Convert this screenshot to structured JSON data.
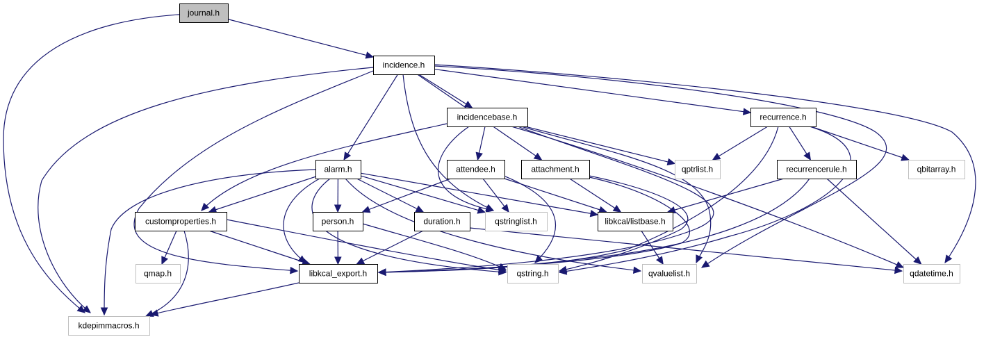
{
  "diagram": {
    "type": "include-dependency-graph",
    "colors": {
      "edge": "#191970",
      "root_fill": "#bfbfbf",
      "internal_border": "#000000",
      "external_border": "#bfbfbf"
    },
    "nodes": [
      {
        "id": "journal",
        "label": "journal.h",
        "kind": "root"
      },
      {
        "id": "incidence",
        "label": "incidence.h",
        "kind": "internal"
      },
      {
        "id": "incidencebase",
        "label": "incidencebase.h",
        "kind": "internal"
      },
      {
        "id": "recurrence",
        "label": "recurrence.h",
        "kind": "internal"
      },
      {
        "id": "alarm",
        "label": "alarm.h",
        "kind": "internal"
      },
      {
        "id": "attendee",
        "label": "attendee.h",
        "kind": "internal"
      },
      {
        "id": "attachment",
        "label": "attachment.h",
        "kind": "internal"
      },
      {
        "id": "qptrlist",
        "label": "qptrlist.h",
        "kind": "external"
      },
      {
        "id": "recurrencerule",
        "label": "recurrencerule.h",
        "kind": "internal"
      },
      {
        "id": "qbitarray",
        "label": "qbitarray.h",
        "kind": "external"
      },
      {
        "id": "customproperties",
        "label": "customproperties.h",
        "kind": "internal"
      },
      {
        "id": "person",
        "label": "person.h",
        "kind": "internal"
      },
      {
        "id": "duration",
        "label": "duration.h",
        "kind": "internal"
      },
      {
        "id": "qstringlist",
        "label": "qstringlist.h",
        "kind": "external"
      },
      {
        "id": "listbase",
        "label": "libkcal/listbase.h",
        "kind": "internal"
      },
      {
        "id": "qmap",
        "label": "qmap.h",
        "kind": "external"
      },
      {
        "id": "libkcal_export",
        "label": "libkcal_export.h",
        "kind": "internal"
      },
      {
        "id": "qstring",
        "label": "qstring.h",
        "kind": "external"
      },
      {
        "id": "qvaluelist",
        "label": "qvaluelist.h",
        "kind": "external"
      },
      {
        "id": "qdatetime",
        "label": "qdatetime.h",
        "kind": "external"
      },
      {
        "id": "kdepimmacros",
        "label": "kdepimmacros.h",
        "kind": "external"
      }
    ],
    "edges": [
      [
        "journal",
        "incidence"
      ],
      [
        "journal",
        "kdepimmacros"
      ],
      [
        "incidence",
        "kdepimmacros"
      ],
      [
        "incidence",
        "libkcal_export"
      ],
      [
        "incidence",
        "alarm"
      ],
      [
        "incidence",
        "incidencebase"
      ],
      [
        "incidence",
        "qstringlist"
      ],
      [
        "incidence",
        "attachment"
      ],
      [
        "incidence",
        "recurrence"
      ],
      [
        "incidence",
        "qvaluelist"
      ],
      [
        "incidence",
        "qdatetime"
      ],
      [
        "incidencebase",
        "customproperties"
      ],
      [
        "incidencebase",
        "attendee"
      ],
      [
        "incidencebase",
        "qstringlist"
      ],
      [
        "incidencebase",
        "qptrlist"
      ],
      [
        "incidencebase",
        "qdatetime"
      ],
      [
        "incidencebase",
        "qvaluelist"
      ],
      [
        "incidencebase",
        "libkcal_export"
      ],
      [
        "recurrence",
        "qptrlist"
      ],
      [
        "recurrence",
        "recurrencerule"
      ],
      [
        "recurrence",
        "qbitarray"
      ],
      [
        "recurrence",
        "libkcal_export"
      ],
      [
        "recurrence",
        "qstring"
      ],
      [
        "alarm",
        "customproperties"
      ],
      [
        "alarm",
        "kdepimmacros"
      ],
      [
        "alarm",
        "libkcal_export"
      ],
      [
        "alarm",
        "person"
      ],
      [
        "alarm",
        "duration"
      ],
      [
        "alarm",
        "qstringlist"
      ],
      [
        "alarm",
        "listbase"
      ],
      [
        "alarm",
        "qstring"
      ],
      [
        "alarm",
        "qvaluelist"
      ],
      [
        "attendee",
        "person"
      ],
      [
        "attendee",
        "qstringlist"
      ],
      [
        "attendee",
        "listbase"
      ],
      [
        "attendee",
        "qstring"
      ],
      [
        "attachment",
        "listbase"
      ],
      [
        "attachment",
        "libkcal_export"
      ],
      [
        "attachment",
        "qstring"
      ],
      [
        "recurrencerule",
        "listbase"
      ],
      [
        "recurrencerule",
        "libkcal_export"
      ],
      [
        "recurrencerule",
        "qdatetime"
      ],
      [
        "customproperties",
        "qmap"
      ],
      [
        "customproperties",
        "kdepimmacros"
      ],
      [
        "customproperties",
        "libkcal_export"
      ],
      [
        "customproperties",
        "qstring"
      ],
      [
        "person",
        "libkcal_export"
      ],
      [
        "person",
        "qstring"
      ],
      [
        "duration",
        "libkcal_export"
      ],
      [
        "duration",
        "qdatetime"
      ],
      [
        "listbase",
        "qvaluelist"
      ],
      [
        "libkcal_export",
        "kdepimmacros"
      ]
    ]
  }
}
